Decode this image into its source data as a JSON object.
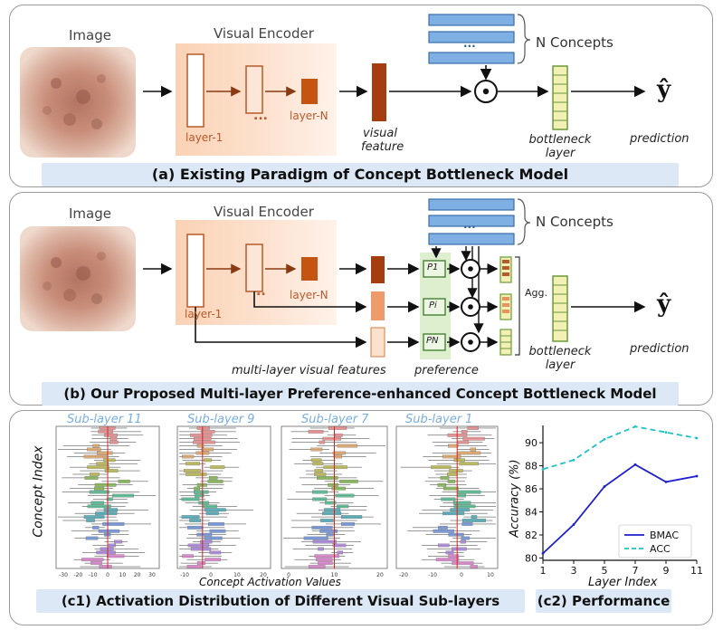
{
  "panel_a": {
    "image_label": "Image",
    "encoder_label": "Visual Encoder",
    "layer1_label": "layer-1",
    "layerN_label": "layer-N",
    "ellipsis": "...",
    "visual_feature_line1": "visual",
    "visual_feature_line2": "feature",
    "concepts_label": "N Concepts",
    "bottleneck_line1": "bottleneck",
    "bottleneck_line2": "layer",
    "prediction_label": "prediction",
    "y_hat": "ŷ",
    "caption": "(a) Existing Paradigm of Concept Bottleneck Model"
  },
  "panel_b": {
    "image_label": "Image",
    "encoder_label": "Visual Encoder",
    "layer1_label": "layer-1",
    "layerN_label": "layer-N",
    "ellipsis": "..",
    "concepts_label": "N Concepts",
    "p1": "P1",
    "pi": "Pi",
    "pn": "PN",
    "agg_label": "Agg.",
    "multi_layer_label": "multi-layer visual features",
    "preference_label": "preference",
    "bottleneck_line1": "bottleneck",
    "bottleneck_line2": "layer",
    "prediction_label": "prediction",
    "y_hat": "ŷ",
    "caption": "(b) Our Proposed Multi-layer Preference-enhanced Concept Bottleneck Model"
  },
  "panel_c1": {
    "sublayer_titles": [
      "Sub-layer 11",
      "Sub-layer 9",
      "Sub-layer 7",
      "Sub-layer 1"
    ],
    "xlabel": "Concept Activation Values",
    "ylabel": "Concept Index",
    "tick_labels": [
      [
        "-30",
        "-20",
        "-10",
        "0",
        "10",
        "20",
        "30"
      ],
      [
        "-10",
        "0",
        "10",
        "20"
      ],
      [
        "0",
        "10",
        "20"
      ],
      [
        "-20",
        "-10",
        "0",
        "10"
      ]
    ],
    "caption": "(c1) Activation Distribution of Different Visual Sub-layers",
    "colors": [
      "#e68a8a",
      "#d9a066",
      "#b7b54e",
      "#7fb24e",
      "#4fb58a",
      "#4aa6b3",
      "#6d8fd6",
      "#a67fd6",
      "#d67fc7"
    ]
  },
  "chart_data": {
    "type": "line",
    "x": [
      1,
      3,
      5,
      7,
      9,
      11
    ],
    "series": [
      {
        "name": "BMAC",
        "values": [
          80.4,
          82.9,
          86.2,
          88.1,
          86.6,
          87.1
        ],
        "color": "#1f1fcc",
        "style": "solid"
      },
      {
        "name": "ACC",
        "values": [
          87.7,
          88.5,
          90.3,
          91.4,
          90.9,
          90.4
        ],
        "color": "#1ec2c2",
        "style": "dashed"
      }
    ],
    "xlabel": "Layer Index",
    "ylabel": "Accuracy (%)",
    "xticks": [
      "1",
      "3",
      "5",
      "7",
      "9",
      "11"
    ],
    "yticks": [
      "80",
      "82",
      "84",
      "86",
      "88",
      "90"
    ],
    "xlim": [
      1,
      11
    ],
    "ylim": [
      79.8,
      91.5
    ],
    "legend": "lower-right",
    "caption": "(c2) Performance"
  }
}
